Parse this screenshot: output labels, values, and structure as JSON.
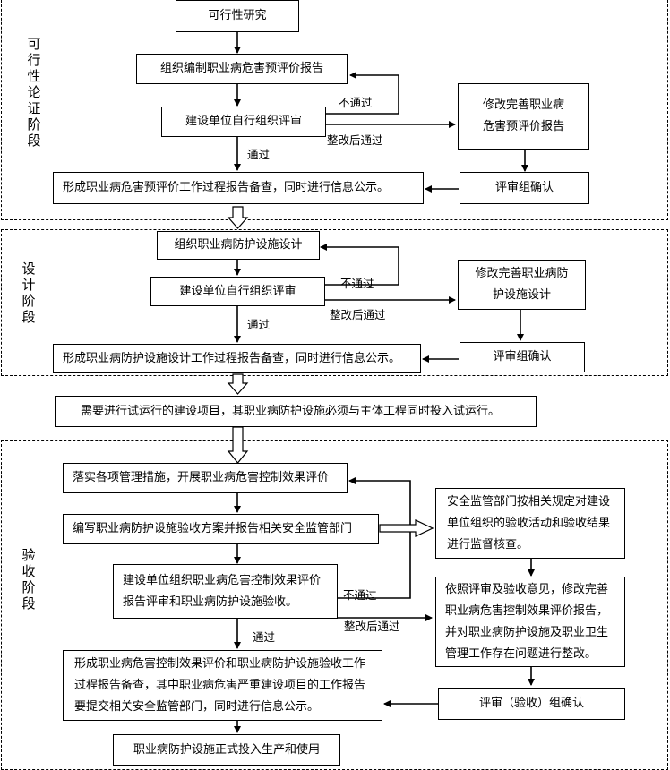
{
  "stages": {
    "feasibility": "可行性论证阶段",
    "design": "设计阶段",
    "acceptance": "验收阶段"
  },
  "feasibility": {
    "study": "可行性研究",
    "compile": "组织编制职业病危害预评价报告",
    "review": "建设单位自行组织评审",
    "revise": "修改完善职业病危害预评价报告",
    "panel_confirm": "评审组确认",
    "file_report": "形成职业病危害预评价工作过程报告备查，同时进行信息公示。",
    "fail": "不通过",
    "pass_after_fix": "整改后通过",
    "pass": "通过"
  },
  "design": {
    "organize": "组织职业病防护设施设计",
    "review": "建设单位自行组织评审",
    "revise": "修改完善职业病防护设施设计",
    "panel_confirm": "评审组确认",
    "file_report": "形成职业病防护设施设计工作过程报告备查，同时进行信息公示。",
    "fail": "不通过",
    "pass_after_fix": "整改后通过",
    "pass": "通过"
  },
  "trial_run": "需要进行试运行的建设项目，其职业病防护设施必须与主体工程同时投入试运行。",
  "acceptance": {
    "implement": "落实各项管理措施，开展职业病危害控制效果评价",
    "plan": "编写职业病防护设施验收方案并报告相关安全监管部门",
    "supervise": "安全监管部门按相关规定对建设单位组织的验收活动和验收结果进行监督核查。",
    "review": "建设单位组织职业病危害控制效果评价报告评审和职业病防护设施验收。",
    "revise": "依照评审及验收意见，修改完善职业病危害控制效果评价报告，并对职业病防护设施及职业卫生管理工作存在问题进行整改。",
    "panel_confirm": "评审（验收）组确认",
    "file_report": "形成职业病危害控制效果评价和职业病防护设施验收工作过程报告备查，其中职业病危害严重建设项目的工作报告要提交相关安全监管部门，同时进行信息公示。",
    "final": "职业病防护设施正式投入生产和使用",
    "fail": "不通过",
    "pass_after_fix": "整改后通过",
    "pass": "通过"
  }
}
